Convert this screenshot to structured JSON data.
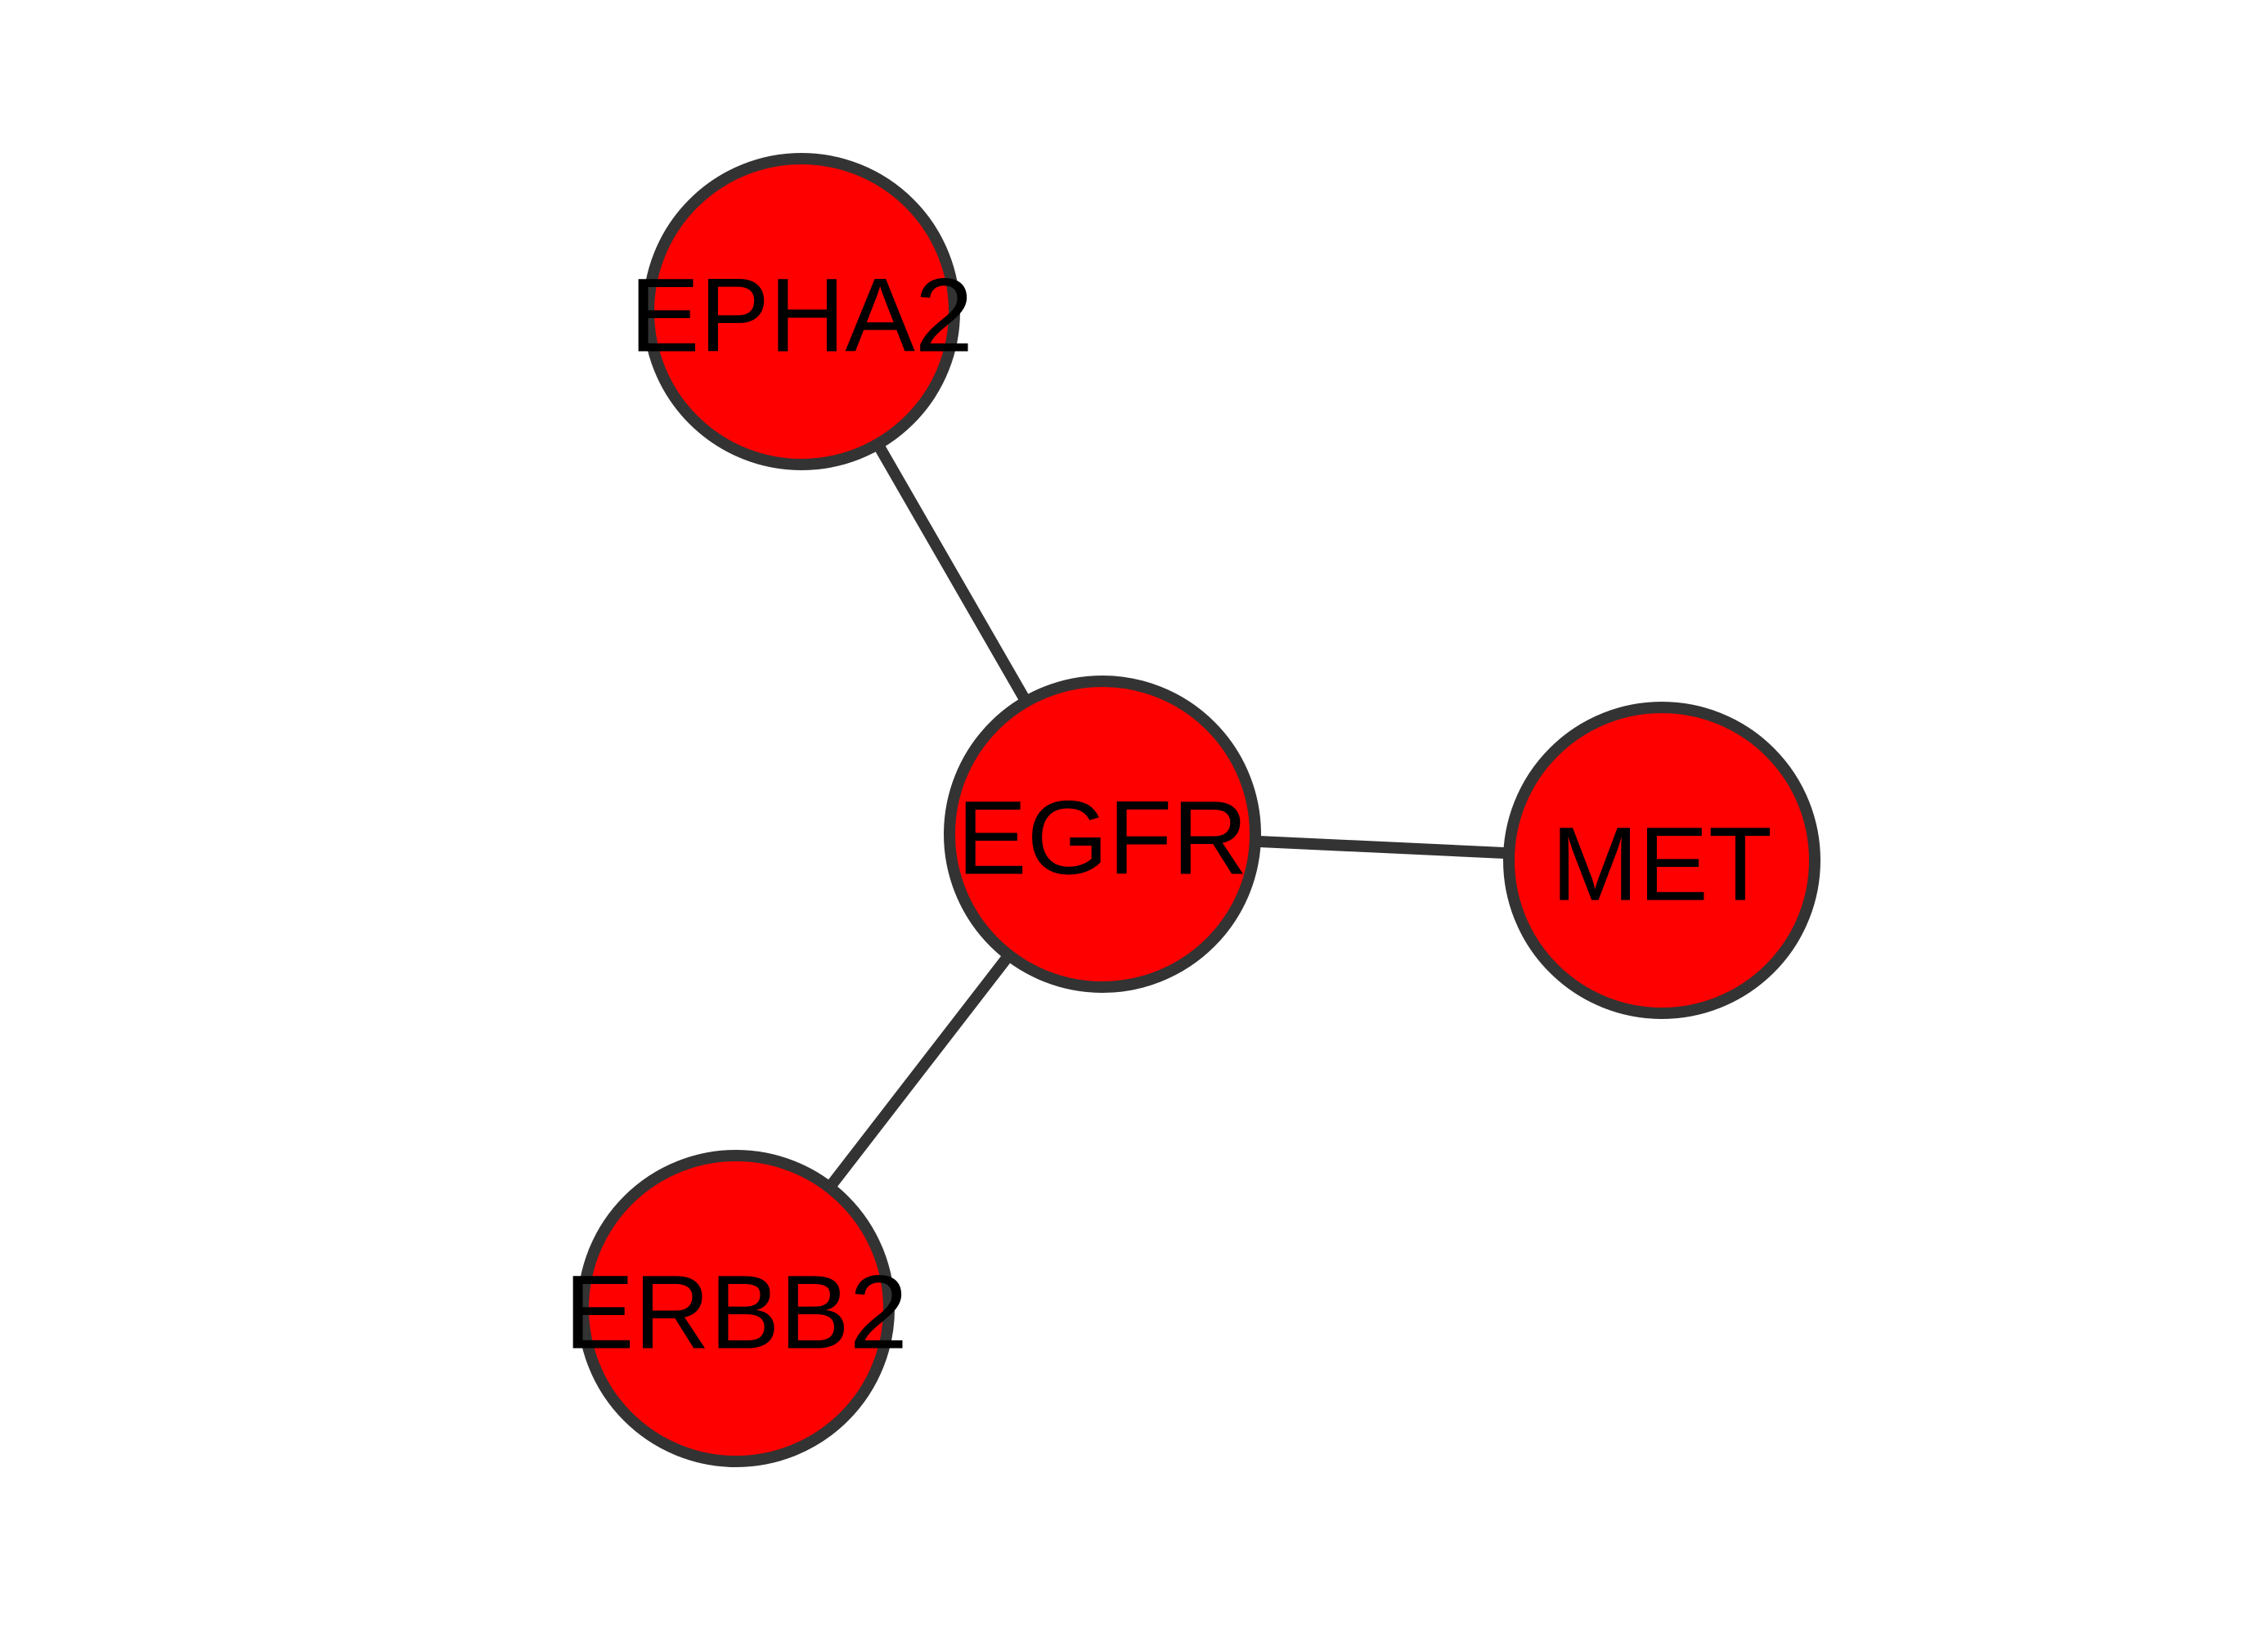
{
  "network": {
    "nodes": [
      {
        "id": "EPHA2",
        "label": "EPHA2"
      },
      {
        "id": "EGFR",
        "label": "EGFR"
      },
      {
        "id": "MET",
        "label": "MET"
      },
      {
        "id": "ERBB2",
        "label": "ERBB2"
      }
    ],
    "edges": [
      {
        "source": "EPHA2",
        "target": "EGFR"
      },
      {
        "source": "EGFR",
        "target": "MET"
      },
      {
        "source": "EGFR",
        "target": "ERBB2"
      }
    ],
    "colors": {
      "node_fill": "#ff0000",
      "node_stroke": "#333333",
      "edge": "#333333",
      "label": "#000000",
      "background": "#ffffff"
    }
  }
}
